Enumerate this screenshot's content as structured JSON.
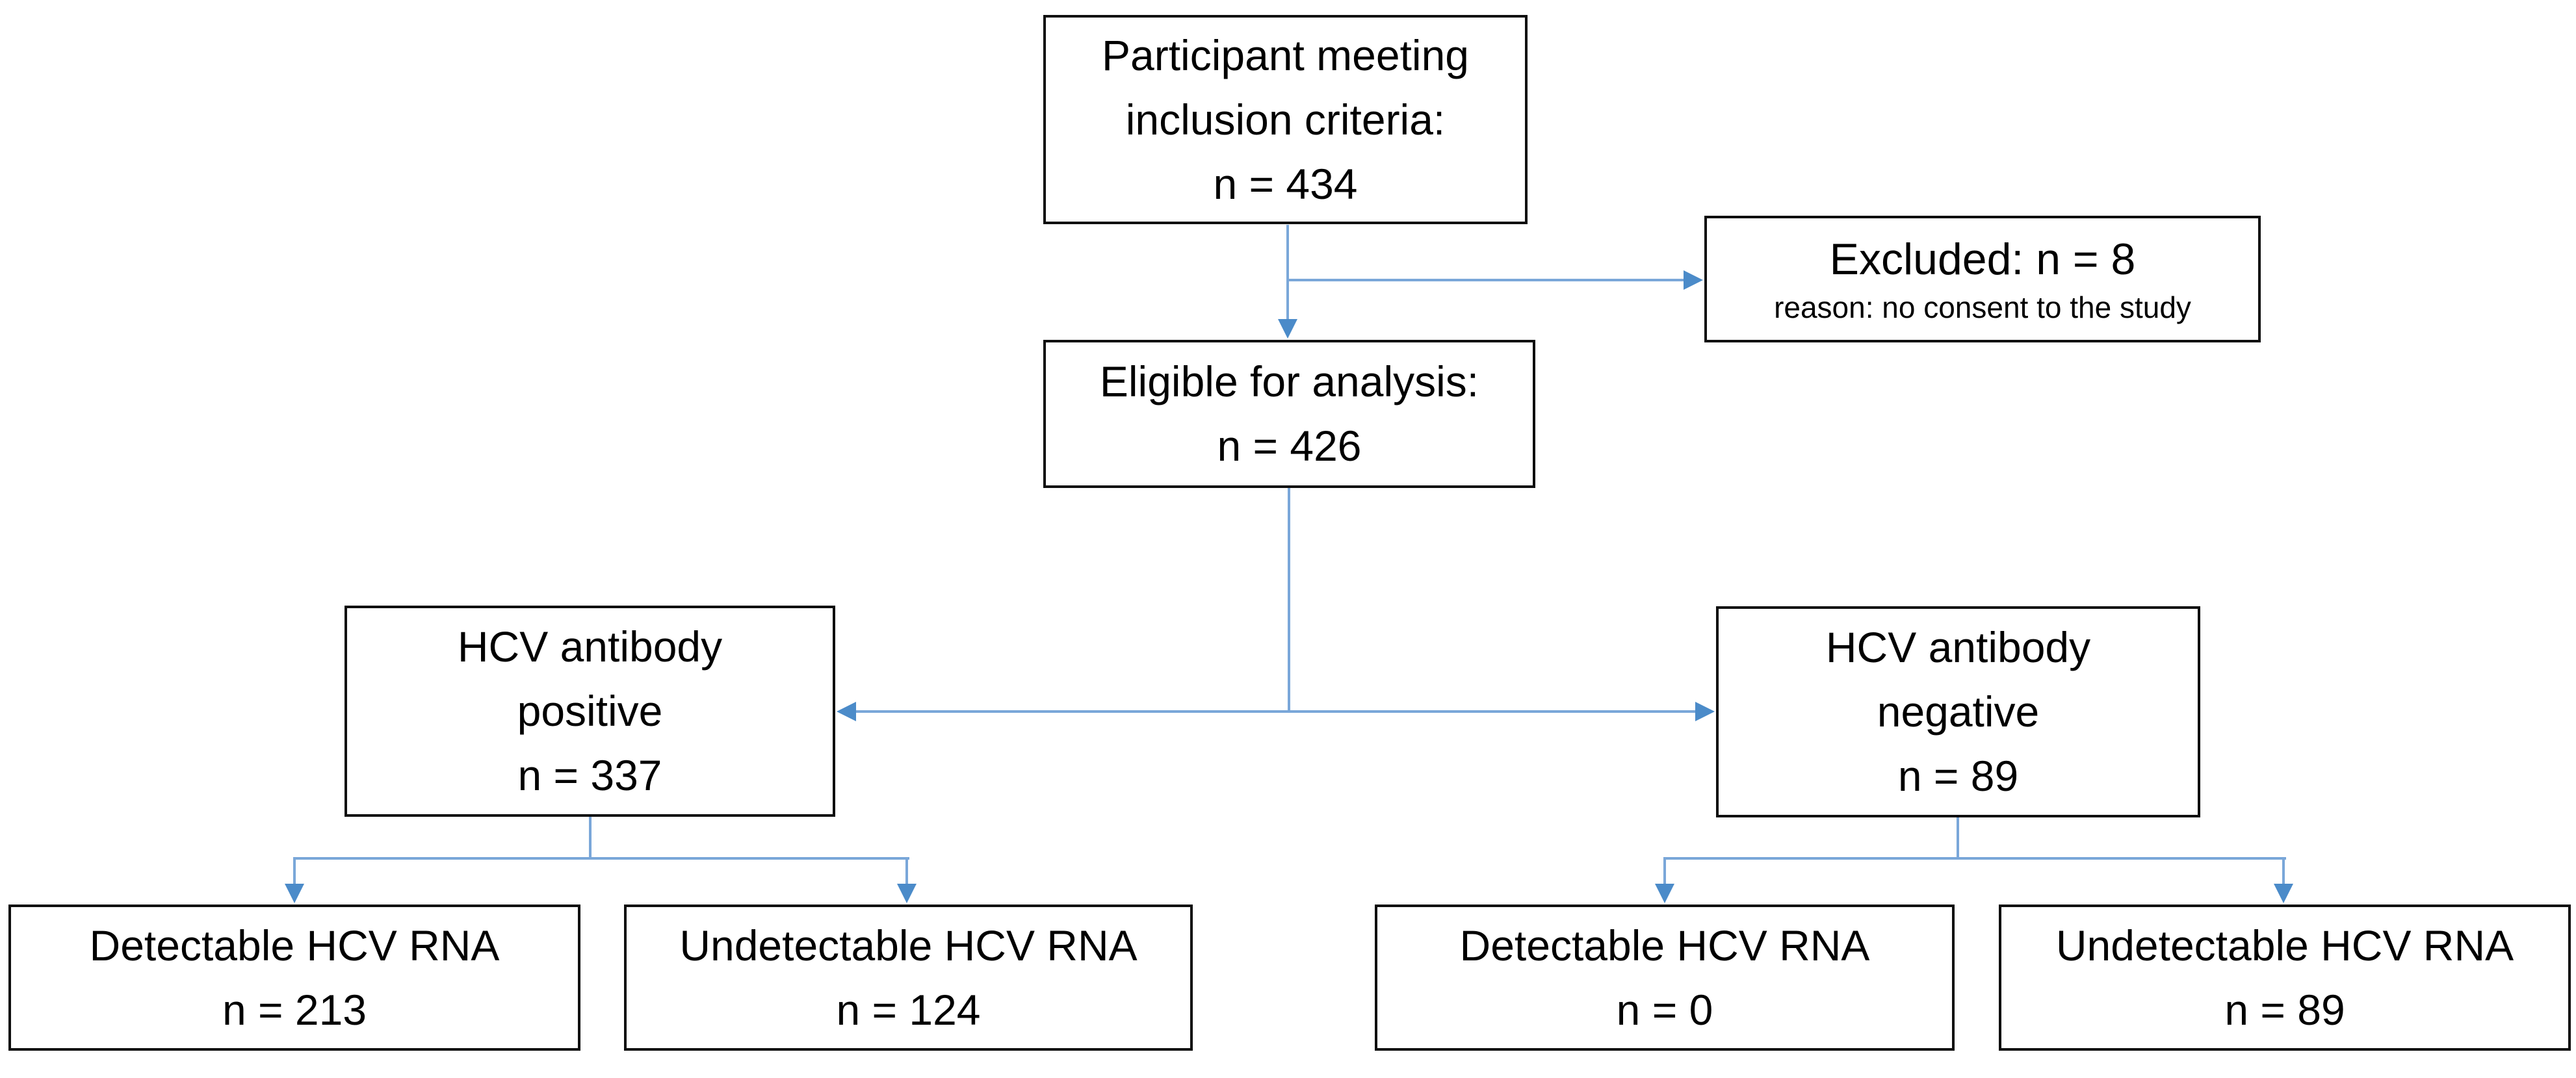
{
  "colors": {
    "box_border": "#0d0d0d",
    "box_fill": "#ffffff",
    "connector_line": "#7aa7d9",
    "connector_arrow": "#4b8bc9",
    "text": "#000000",
    "background": "#ffffff"
  },
  "boxes": {
    "inclusion": {
      "line1": "Participant meeting",
      "line2": "inclusion criteria:",
      "line3": "n = 434"
    },
    "excluded": {
      "title": "Excluded: n = 8",
      "reason": "reason: no consent to the study"
    },
    "eligible": {
      "line1": "Eligible for analysis:",
      "line2": "n = 426"
    },
    "ab_positive": {
      "line1": "HCV antibody",
      "line2": "positive",
      "line3": "n = 337"
    },
    "ab_negative": {
      "line1": "HCV antibody",
      "line2": "negative",
      "line3": "n = 89"
    },
    "pos_detectable": {
      "line1": "Detectable HCV RNA",
      "line2": "n = 213"
    },
    "pos_undetectable": {
      "line1": "Undetectable HCV RNA",
      "line2": "n = 124"
    },
    "neg_detectable": {
      "line1": "Detectable HCV RNA",
      "line2": "n = 0"
    },
    "neg_undetectable": {
      "line1": "Undetectable HCV RNA",
      "line2": "n = 89"
    }
  }
}
